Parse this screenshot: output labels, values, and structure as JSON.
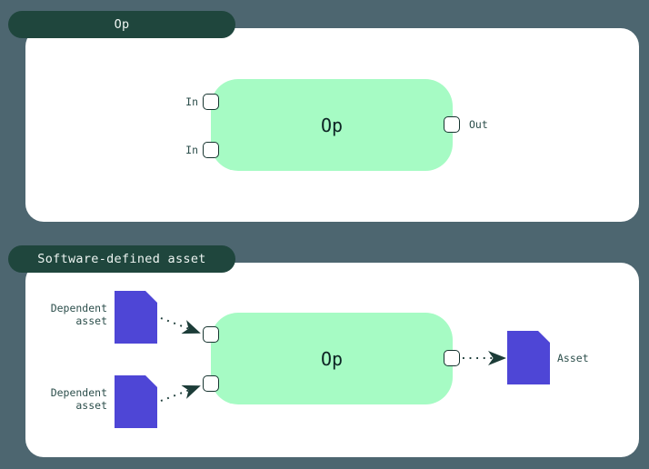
{
  "colors": {
    "background": "#4d6670",
    "tab_fill": "#1f463d",
    "tab_text": "#eef5f2",
    "panel_fill": "#ffffff",
    "op_node_fill": "#a6fbc4",
    "op_node_text": "#0d2424",
    "port_fill": "#ffffff",
    "port_border": "#16342f",
    "label_text": "#2d4f4c",
    "asset_fill": "#4e46d6",
    "arrow": "#1c3c38"
  },
  "op_diagram": {
    "tab_label": "Op",
    "node_label": "Op",
    "input_labels": [
      "In",
      "In"
    ],
    "output_label": "Out"
  },
  "sda_diagram": {
    "tab_label": "Software-defined asset",
    "node_label": "Op",
    "upstream_asset_labels": [
      "Dependent\nasset",
      "Dependent\nasset"
    ],
    "downstream_asset_label": "Asset"
  }
}
